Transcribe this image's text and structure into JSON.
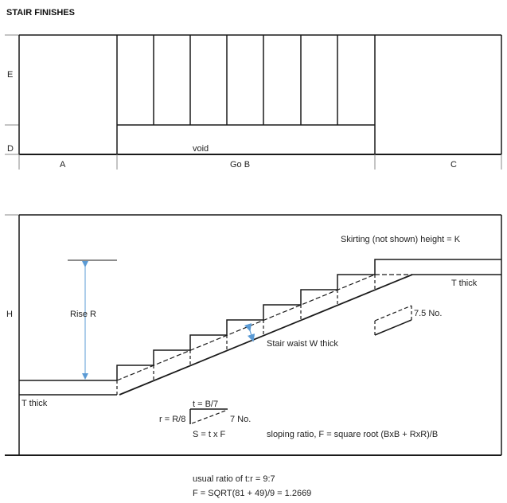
{
  "title": "STAIR FINISHES",
  "plan": {
    "row_labels": {
      "e": "E",
      "d": "D"
    },
    "col_labels": {
      "a": "A",
      "b": "Go B",
      "c": "C"
    },
    "void_label": "void"
  },
  "section": {
    "row_label_h": "H",
    "rise_label": "Rise R",
    "skirting_label": "Skirting (not shown) height = K",
    "t_thick_upper": "T thick",
    "t_thick_lower": "T thick",
    "waist_label": "Stair waist W thick",
    "waist_count": "7.5 No.",
    "tread_formula": "t = B/7",
    "riser_formula": "r = R/8",
    "riser_count": "7 No.",
    "sloping_formula": "S = t x F",
    "sloping_ratio": "sloping ratio, F = square root (BxB + RxR)/B"
  },
  "notes": {
    "line1": "usual ratio of t:r = 9:7",
    "line2": "F = SQRT(81 + 49)/9 = 1.2669"
  },
  "colors": {
    "line": "#1a1a1a",
    "dim_arrow": "#5b9bd5",
    "guide": "#888888"
  }
}
